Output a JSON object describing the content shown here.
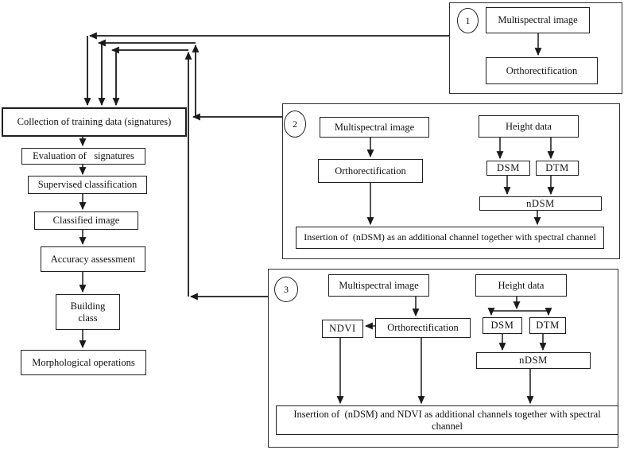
{
  "colors": {
    "line": "#1a1a1a",
    "border": "#1f1f1f",
    "background": "#ffffff"
  },
  "left_flow": {
    "collection": "Collection of training data (signatures)",
    "evaluation": "Evaluation of   signatures",
    "supervised": "Supervised classification",
    "classified": "Classified image",
    "accuracy": "Accuracy assessment",
    "building": "Building\nclass",
    "morphological": "Morphological operations"
  },
  "section1": {
    "number": "1",
    "multispectral": "Multispectral image",
    "orthorectification": "Orthorectification"
  },
  "section2": {
    "number": "2",
    "multispectral": "Multispectral image",
    "orthorectification": "Orthorectification",
    "height_data": "Height data",
    "dsm": "DSM",
    "dtm": "DTM",
    "ndsm": "nDSM",
    "insertion": "Insertion of  (nDSM) as an additional channel together with spectral channel"
  },
  "section3": {
    "number": "3",
    "multispectral": "Multispectral image",
    "orthorectification": "Orthorectification",
    "ndvi": "NDVI",
    "height_data": "Height data",
    "dsm": "DSM",
    "dtm": "DTM",
    "ndsm": "nDSM",
    "insertion": "Insertion of  (nDSM) and NDVI as additional channels together with spectral channel"
  }
}
